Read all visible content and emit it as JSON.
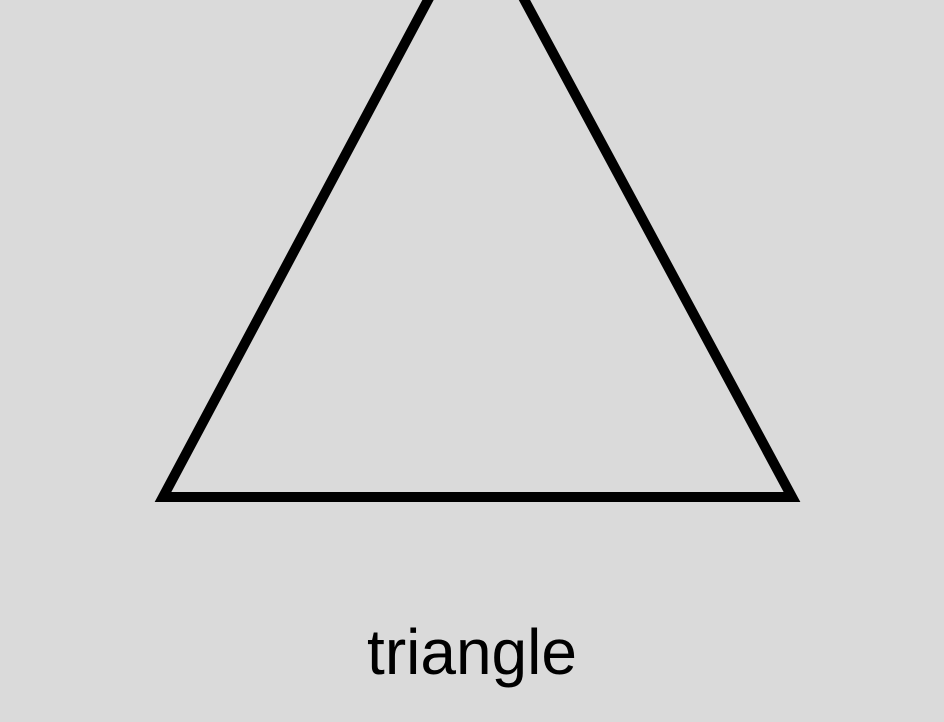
{
  "shape": {
    "name": "triangle",
    "stroke_color": "#000000",
    "fill": "none"
  },
  "background_color": "#dadada",
  "caption": {
    "text": "triangle"
  }
}
